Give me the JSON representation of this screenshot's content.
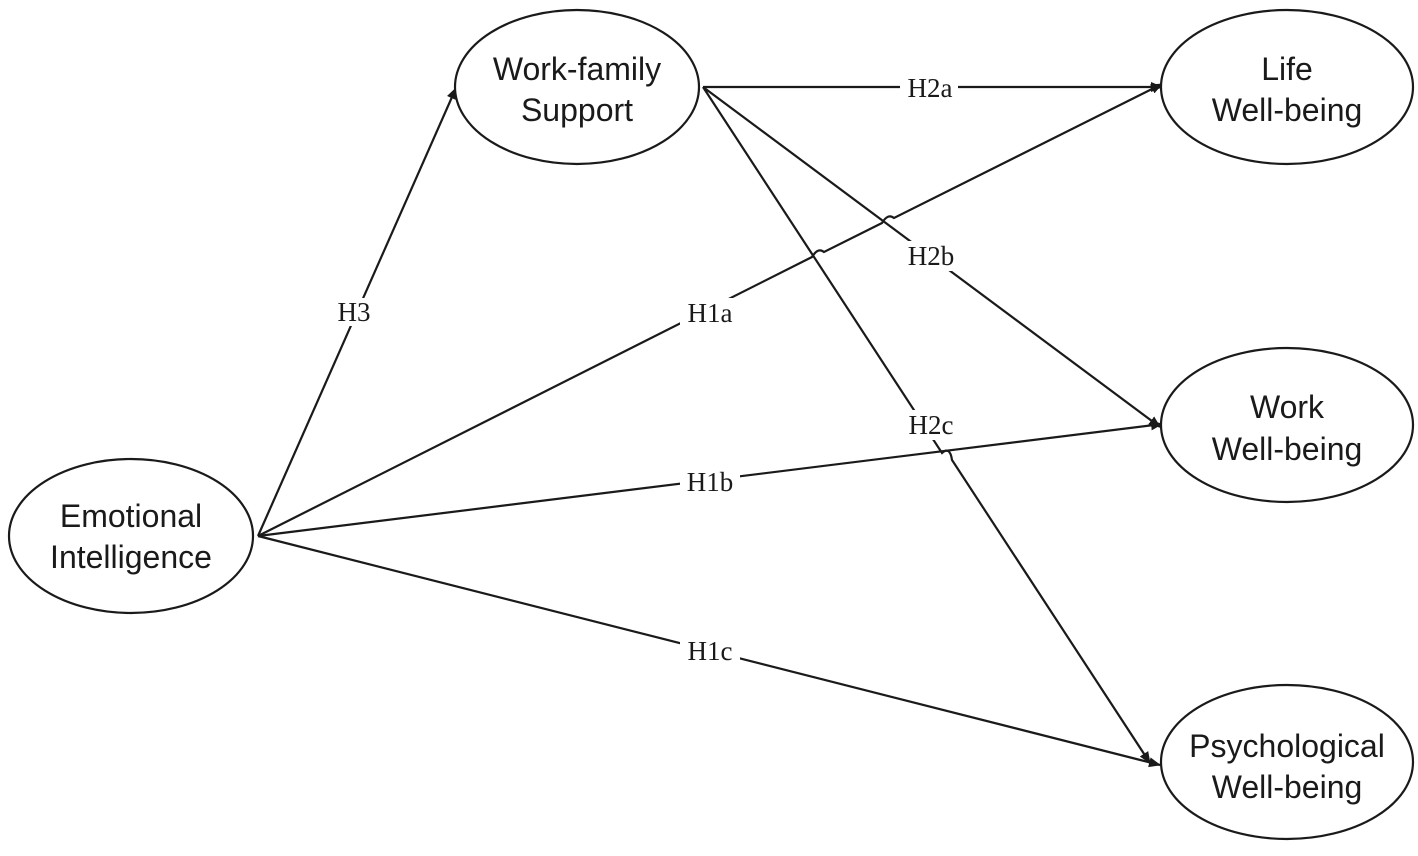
{
  "nodes": {
    "wfs": {
      "lines": [
        "Work-family",
        "Support"
      ]
    },
    "ei": {
      "lines": [
        "Emotional",
        "Intelligence"
      ]
    },
    "lwb": {
      "lines": [
        "Life",
        "Well-being"
      ]
    },
    "wwb": {
      "lines": [
        "Work",
        "Well-being"
      ]
    },
    "pwb": {
      "lines": [
        "Psychological",
        "Well-being"
      ]
    }
  },
  "edges": {
    "h3": {
      "label": "H3",
      "from": "ei",
      "to": "wfs"
    },
    "h1a": {
      "label": "H1a",
      "from": "ei",
      "to": "lwb"
    },
    "h1b": {
      "label": "H1b",
      "from": "ei",
      "to": "wwb"
    },
    "h1c": {
      "label": "H1c",
      "from": "ei",
      "to": "pwb"
    },
    "h2a": {
      "label": "H2a",
      "from": "wfs",
      "to": "lwb"
    },
    "h2b": {
      "label": "H2b",
      "from": "wfs",
      "to": "wwb"
    },
    "h2c": {
      "label": "H2c",
      "from": "wfs",
      "to": "pwb"
    }
  },
  "colors": {
    "stroke": "#1a1a1a",
    "background": "#ffffff"
  }
}
